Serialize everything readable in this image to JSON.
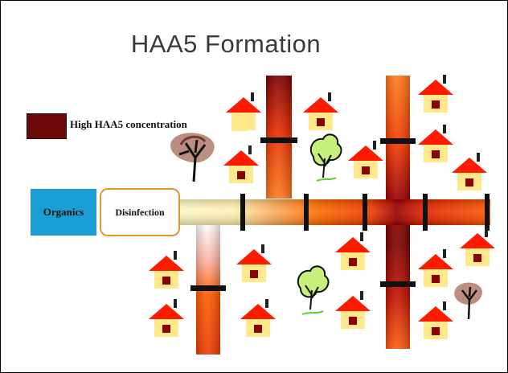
{
  "title": "HAA5 Formation",
  "legend": {
    "label": "High HAA5 concentration",
    "color": "#6b0808"
  },
  "source_box": {
    "label": "Organics",
    "color": "#1a9ed4"
  },
  "treatment_box": {
    "label": "Disinfection",
    "border_color": "#e3962e"
  },
  "icons": {
    "house": "house-icon",
    "tree": "tree-icon",
    "bush": "bush-icon"
  },
  "colors": {
    "pipe_low": "#fff8c8",
    "pipe_mid": "#ff6a00",
    "pipe_high": "#7a0000",
    "house_roof": "#ff1a00",
    "house_wall": "#ffe98a",
    "house_door": "#8b0000",
    "tree": "#c6f07a"
  }
}
